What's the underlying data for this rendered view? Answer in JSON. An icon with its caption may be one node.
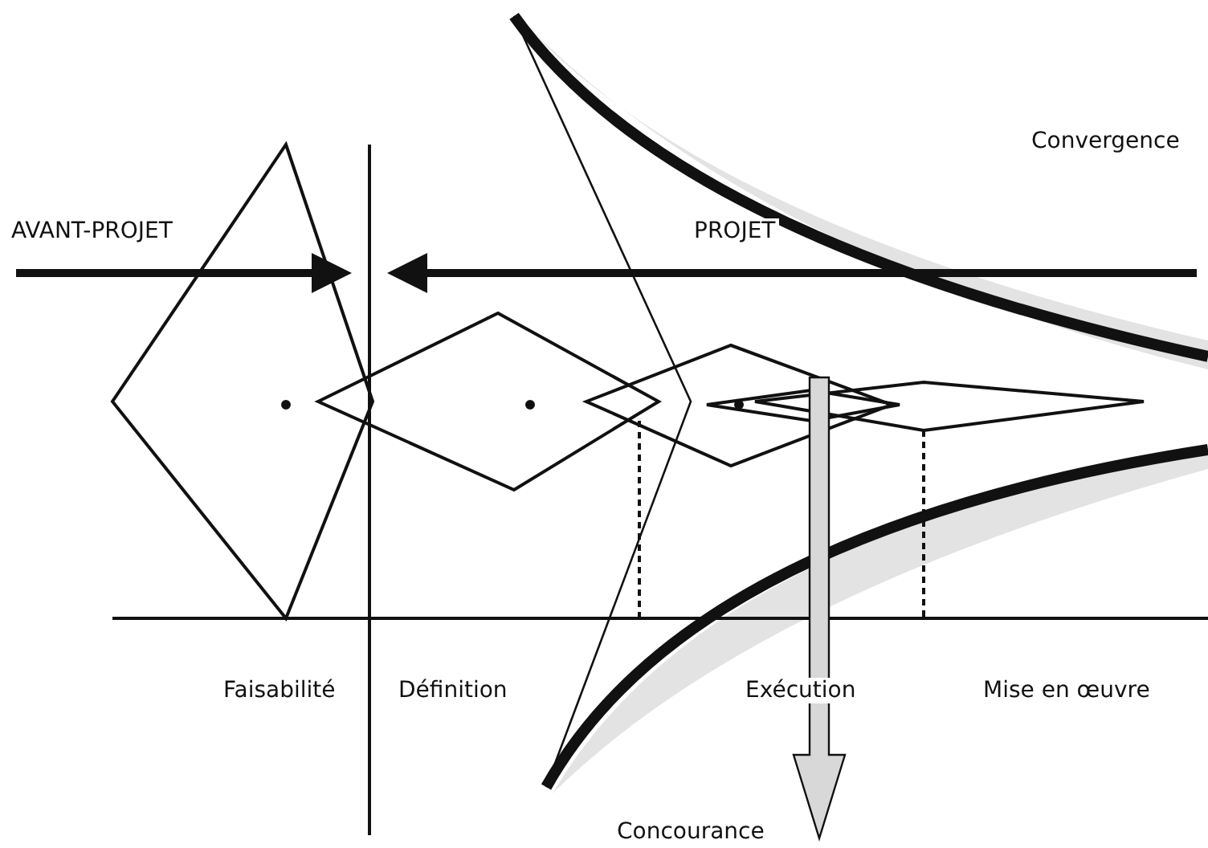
{
  "diagram": {
    "labels": [
      "Convergence",
      "AVANT-PROJET",
      "PROJET",
      "Faisabilité",
      "Définition",
      "Exécution",
      "Mise en œuvre",
      "Concourance"
    ]
  }
}
